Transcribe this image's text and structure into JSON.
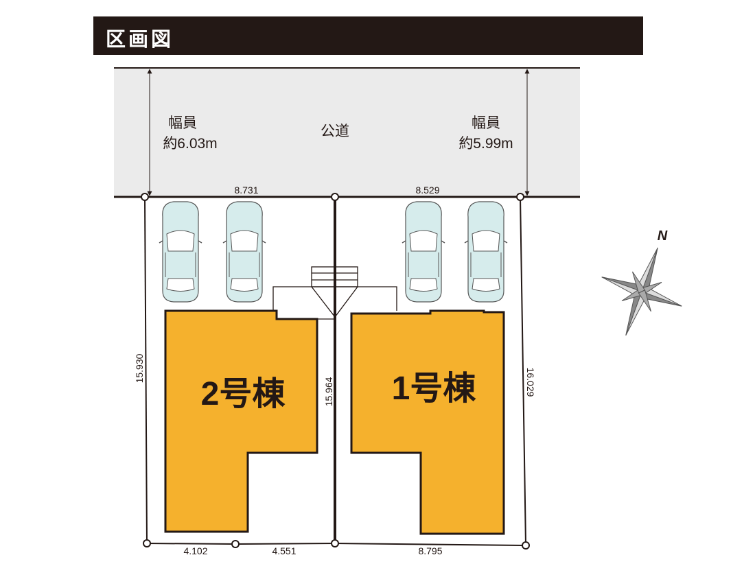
{
  "header": {
    "title": "区画図"
  },
  "road": {
    "label": "公道",
    "width_left_label": "幅員",
    "width_left_value": "約6.03m",
    "width_right_label": "幅員",
    "width_right_value": "約5.99m"
  },
  "dimensions": {
    "top_left": "8.731",
    "top_right": "8.529",
    "left": "15.930",
    "middle": "15.964",
    "right": "16.029",
    "bottom_left_a": "4.102",
    "bottom_left_b": "4.551",
    "bottom_right": "8.795"
  },
  "buildings": [
    {
      "label": "2号棟"
    },
    {
      "label": "1号棟"
    }
  ],
  "compass": {
    "label": "N"
  },
  "colors": {
    "building": "#f5b12d",
    "road": "#ebebeb",
    "header": "#231815",
    "car": "#d6ecec"
  }
}
